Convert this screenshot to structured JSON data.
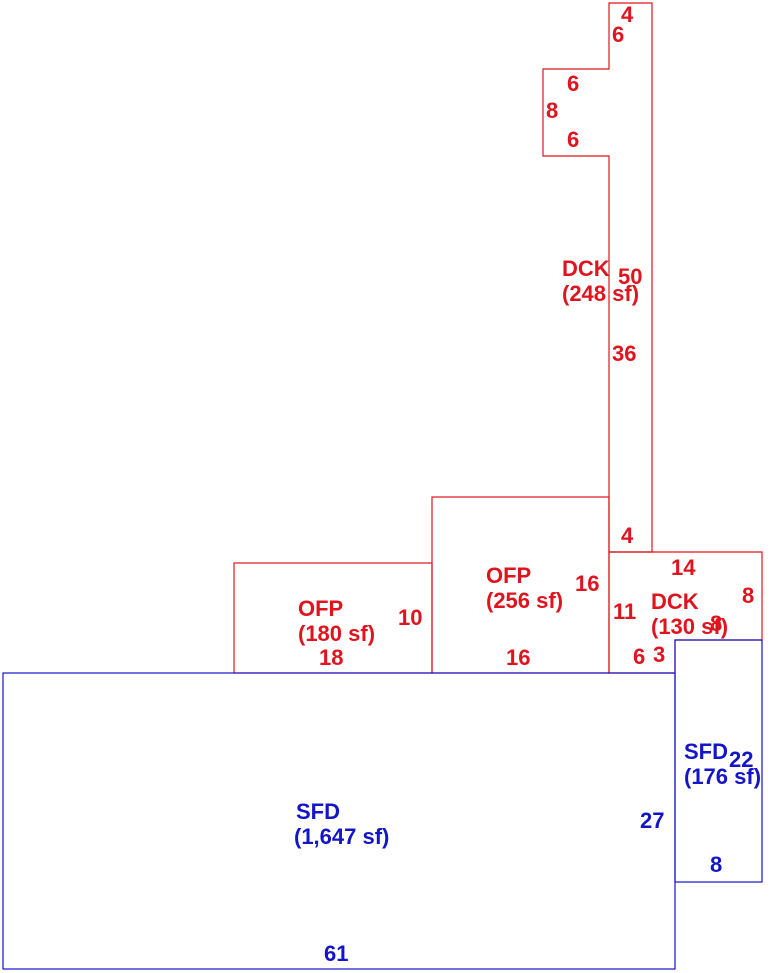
{
  "colors": {
    "deck_porch": "#e0141e",
    "dwelling": "#1414c8",
    "background": "#ffffff"
  },
  "areas": {
    "dck_top": {
      "code": "DCK",
      "area": "(248 sf)"
    },
    "ofp_left": {
      "code": "OFP",
      "area": "(180 sf)"
    },
    "ofp_mid": {
      "code": "OFP",
      "area": "(256 sf)"
    },
    "dck_right": {
      "code": "DCK",
      "area": "(130 sf)"
    },
    "sfd_main": {
      "code": "SFD",
      "area": "(1,647 sf)"
    },
    "sfd_side": {
      "code": "SFD",
      "area": "(176 sf)"
    }
  },
  "dimensions": {
    "dck_top_cap": "4",
    "dck_top_step": "6",
    "dck_top_notch_top": "6",
    "dck_top_notch_side": "8",
    "dck_top_notch_bottom": "6",
    "dck_top_height": "50",
    "dck_top_lower": "36",
    "dck_top_base": "4",
    "ofp_left_height": "10",
    "ofp_left_width": "18",
    "ofp_mid_height": "16",
    "ofp_mid_width": "16",
    "dck_right_top": "14",
    "dck_right_side": "8",
    "dck_right_left": "11",
    "dck_right_inner": "8",
    "dck_right_bottom_a": "6",
    "dck_right_bottom_b": "3",
    "sfd_side_height": "22",
    "sfd_side_width": "8",
    "sfd_main_side": "27",
    "sfd_main_width": "61"
  }
}
